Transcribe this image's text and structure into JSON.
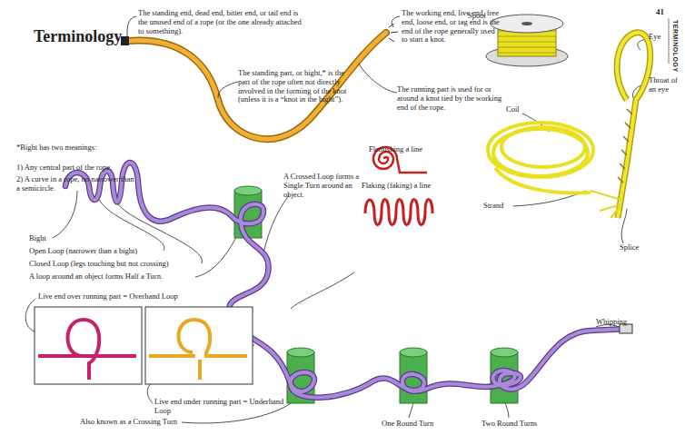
{
  "diagram": {
    "title": "Terminology",
    "labels": [
      "41",
      "TERMINOLOGY",
      "The standing end, dead end, bitter end, or tail end is the unused end of a rope (or the one already attached to something).",
      "The standing part, or bight,* is the part of the rope often not directly involved in the forming of the knot (unless it is a “knot in the bight”).",
      "*Bight has two meanings:",
      "1) Any central part of the rope.",
      "2) A curve in a rope, no narrower than a semicircle.",
      "The working end, live end, free end, loose end, or tag end is the end of the rope generally used to start a knot.",
      "The running part is used for or around a knot tied by the working end of the rope.",
      "Spool",
      "Coil",
      "Eye",
      "Throat of an eye",
      "Strand",
      "Splice",
      "Flemishing a line",
      "Flaking (faking) a line",
      "A Crossed Loop forms a Single Turn around an object.",
      "Bight",
      "Open Loop (narrower than a bight)",
      "Closed Loop (legs touching but not crossing)",
      "A loop around an object forms Half a Turn.",
      "Live end over running part = Overhand Loop",
      "Live end under running part = Underhand Loop",
      "Also known as a Crossing Turn",
      "One Round Turn",
      "Two Round Turns",
      "Whipping"
    ]
  }
}
